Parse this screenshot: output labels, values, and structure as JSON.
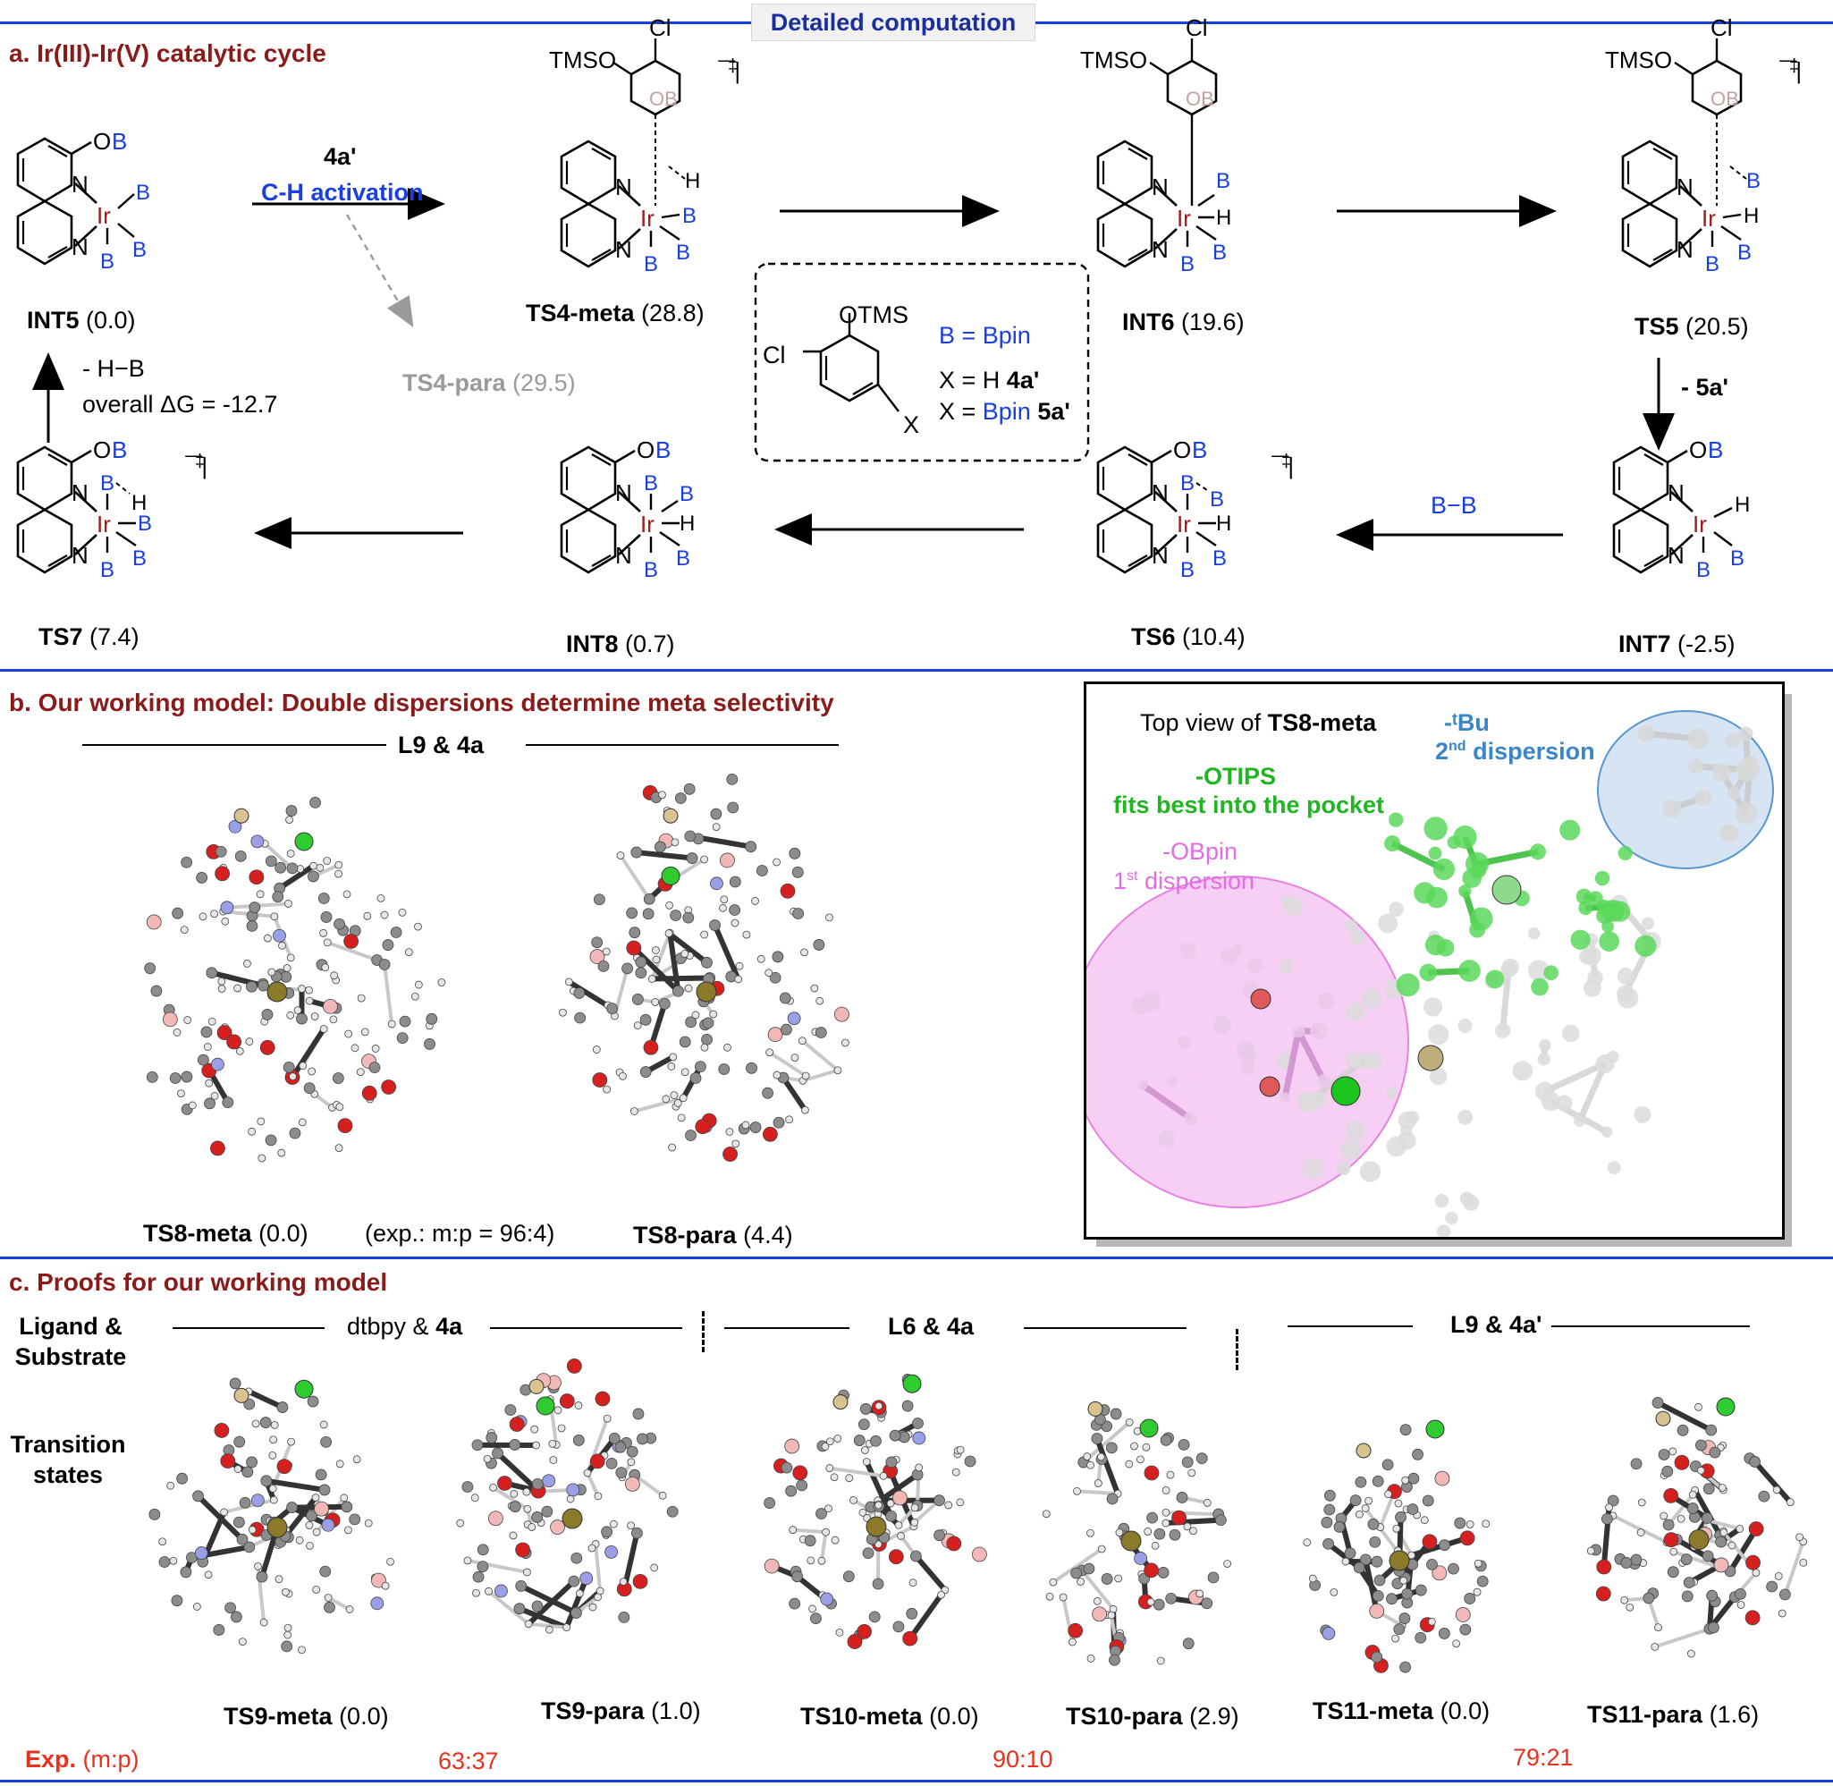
{
  "header": {
    "title": "Detailed computation"
  },
  "sections": {
    "a": "a. Ir(III)-Ir(V) catalytic cycle",
    "b": "b. Our working model: Double dispersions determine meta selectivity",
    "c": "c. Proofs for our working model"
  },
  "panel_a": {
    "species": [
      {
        "name": "INT5",
        "energy": "(0.0)"
      },
      {
        "name": "TS4-meta",
        "energy": "(28.8)"
      },
      {
        "name": "INT6",
        "energy": "(19.6)"
      },
      {
        "name": "TS5",
        "energy": "(20.5)"
      },
      {
        "name": "INT7",
        "energy": "(-2.5)"
      },
      {
        "name": "TS6",
        "energy": "(10.4)"
      },
      {
        "name": "INT8",
        "energy": "(0.7)"
      },
      {
        "name": "TS7",
        "energy": "(7.4)"
      }
    ],
    "ts4_para": {
      "name": "TS4-para",
      "energy": "(29.5)"
    },
    "step1": {
      "reagent": "4a'",
      "process": "C-H activation"
    },
    "release": "- 5a'",
    "add_b2": "B−B",
    "loss_hb": "-  H−B",
    "overall": "overall ΔG = -12.7",
    "legend": {
      "b_def": "B  =  Bpin",
      "x_h": "X = H",
      "x_h_id": "4a'",
      "x_b": "X = Bpin",
      "x_b_id": "5a'"
    },
    "atom_labels": {
      "ob": "OB",
      "n": "N",
      "ir": "Ir",
      "b": "B",
      "h": "H",
      "tmso": "TMSO",
      "cl": "Cl",
      "otms": "OTMS",
      "x": "X",
      "dagger": "‡"
    }
  },
  "panel_b": {
    "system": "L9 & 4a",
    "ts_meta": {
      "name": "TS8-meta",
      "energy": "(0.0)"
    },
    "ts_para": {
      "name": "TS8-para",
      "energy": "(4.4)"
    },
    "exp_ratio": "(exp.: m:p = 96:4)",
    "topview": {
      "title_prefix": "Top view of",
      "title_name": "TS8-meta",
      "tbu": "-ᵗBu",
      "tbu_note": "2nd dispersion",
      "otips": "-OTIPS",
      "otips_note": "fits best into the pocket",
      "obpin": "-OBpin",
      "obpin_note": "1st dispersion"
    }
  },
  "panel_c": {
    "row_ligand": "Ligand & Substrate",
    "row_ts": "Transition states",
    "row_exp_label": "Exp.",
    "row_exp_unit": "(m:p)",
    "groups": [
      {
        "system": "dtbpy & 4a",
        "ts_meta": {
          "name": "TS9-meta",
          "energy": "(0.0)"
        },
        "ts_para": {
          "name": "TS9-para",
          "energy": "(1.0)"
        },
        "exp": "63:37"
      },
      {
        "system": "L6 & 4a",
        "ts_meta": {
          "name": "TS10-meta",
          "energy": "(0.0)"
        },
        "ts_para": {
          "name": "TS10-para",
          "energy": "(2.9)"
        },
        "exp": "90:10"
      },
      {
        "system": "L9 & 4a'",
        "ts_meta": {
          "name": "TS11-meta",
          "energy": "(0.0)"
        },
        "ts_para": {
          "name": "TS11-para",
          "energy": "(1.6)"
        },
        "exp": "79:21"
      }
    ]
  },
  "colors": {
    "accent_blue": "#1a3fd6",
    "section_red": "#8b1a1a",
    "exp_red": "#e8321e",
    "bpin_blue": "#1a3fe0",
    "ir_red": "#a01b1b",
    "otips_green": "#22b522",
    "tbu_blue": "#3a86c8",
    "obpin_pink": "#e26de0"
  }
}
